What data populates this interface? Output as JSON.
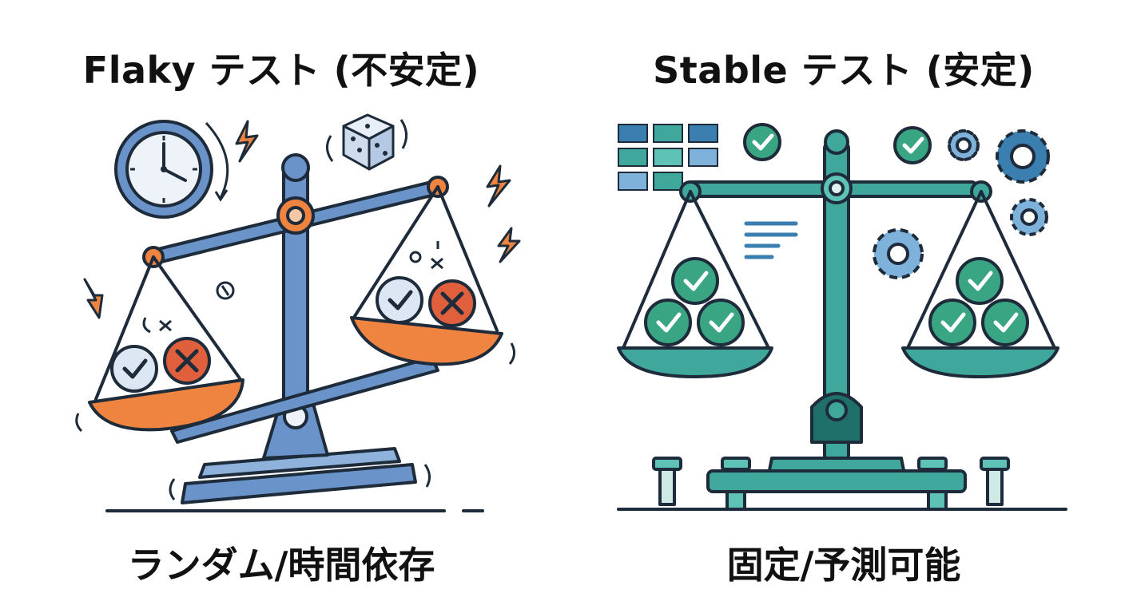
{
  "colors": {
    "flaky_blue": "#6a93c9",
    "flaky_blue_dark": "#2f4f7f",
    "flaky_orange": "#ef8440",
    "error_red": "#e0603d",
    "stable_teal": "#3fa79c",
    "stable_teal_dark": "#1f6f6a",
    "check_green": "#3aa583",
    "outline": "#1d2b3a"
  },
  "left": {
    "title": "Flaky テスト (不安定)",
    "caption": "ランダム/時間依存",
    "icons": [
      "clock-icon",
      "dice-icon",
      "lightning-icon",
      "check-icon",
      "cross-icon"
    ]
  },
  "right": {
    "title": "Stable テスト (安定)",
    "caption": "固定/予測可能",
    "icons": [
      "grid-icon",
      "check-icon",
      "gear-icon",
      "list-icon",
      "bolt-icon"
    ]
  }
}
